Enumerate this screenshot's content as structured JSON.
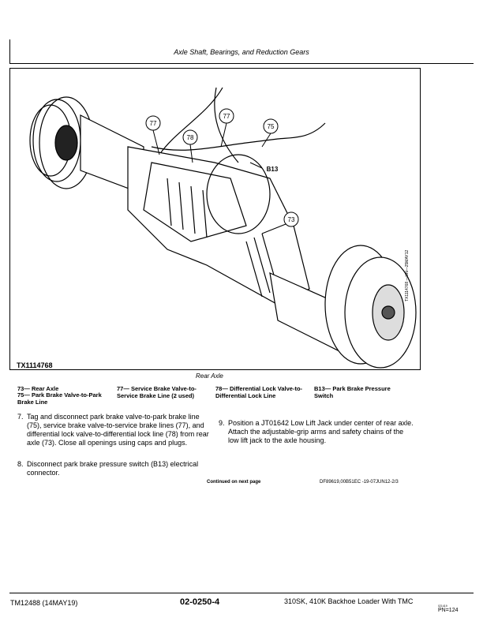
{
  "header": {
    "section_title": "Axle Shaft, Bearings, and Reduction Gears"
  },
  "figure": {
    "id": "TX1114768",
    "side_id": "TX1114768 —UN—25MAY12",
    "caption": "Rear Axle",
    "callouts": {
      "c77a": "77",
      "c77b": "77",
      "c78": "78",
      "c75": "75",
      "b13": "B13",
      "c73": "73"
    }
  },
  "legend": [
    {
      "num": "73—",
      "text": "Rear Axle"
    },
    {
      "num": "75—",
      "text": "Park Brake Valve-to-Park Brake Line"
    },
    {
      "num": "77—",
      "text": "Service Brake Valve-to-Service Brake Line (2 used)"
    },
    {
      "num": "78—",
      "text": "Differential Lock Valve-to-Differential Lock Line"
    },
    {
      "num": "B13—",
      "text": "Park Brake Pressure Switch"
    }
  ],
  "steps": [
    {
      "n": "7.",
      "text": "Tag and disconnect park brake valve-to-park brake line (75), service brake valve-to-service brake lines (77), and differential lock valve-to-differential lock line (78) from rear axle (73). Close all openings using caps and plugs."
    },
    {
      "n": "8.",
      "text": "Disconnect park brake pressure switch (B13) electrical connector."
    },
    {
      "n": "9.",
      "text": "Position a JT01642 Low Lift Jack under center of rear axle. Attach the adjustable-grip arms and safety chains of the low lift jack to the axle housing."
    }
  ],
  "continued": "Continued on next page",
  "reference": "DF89619,00B51EC -19-07JUN12-2/3",
  "footer": {
    "left": "TM12488 (14MAY19)",
    "center": "02-0250-4",
    "right": "310SK, 410K Backhoe Loader With TMC",
    "small": "021419",
    "pn": "PN=124"
  }
}
